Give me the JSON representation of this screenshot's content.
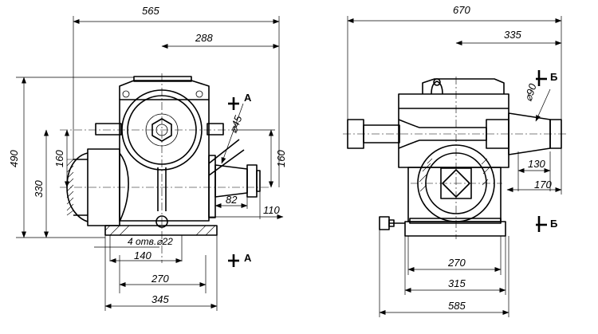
{
  "front_view": {
    "dims": {
      "overall_width": "565",
      "shaft_offset": "288",
      "overall_height": "490",
      "axis_height": "330",
      "left_height": "160",
      "right_height": "160",
      "shaft_dia": "⌀45",
      "shaft_length": "82",
      "shaft_end": "110",
      "holes": "4 отв.⌀22",
      "base_140": "140",
      "base_270": "270",
      "base_345": "345"
    },
    "section_top": "А",
    "section_bottom": "А"
  },
  "side_view": {
    "dims": {
      "overall_width": "670",
      "shaft_offset": "335",
      "shaft_dia": "⌀90",
      "shaft_130": "130",
      "shaft_170": "170",
      "base_270": "270",
      "base_315": "315",
      "base_585": "585"
    },
    "section_top": "Б",
    "section_bottom": "Б"
  }
}
